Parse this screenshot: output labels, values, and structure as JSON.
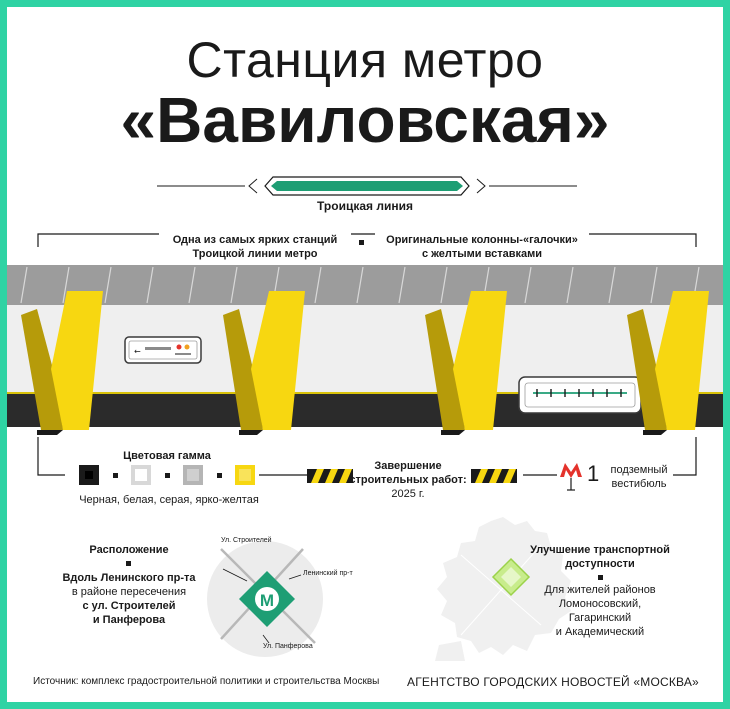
{
  "title": {
    "line1": "Станция метро",
    "line2": "«Вавиловская»"
  },
  "line_name": "Троицкая линия",
  "captions": {
    "left_line1": "Одна из самых ярких станций",
    "left_line2": "Троицкой линии метро",
    "right_line1": "Оригинальные колонны-«галочки»",
    "right_line2": "с желтыми вставками"
  },
  "palette": {
    "title": "Цветовая гамма",
    "caption": "Черная, белая, серая, ярко-желтая",
    "colors": [
      "#1a1a1a",
      "#ffffff",
      "#b5b5b5",
      "#f7d711"
    ]
  },
  "completion": {
    "line1": "Завершение",
    "line2": "строительных работ:",
    "line3": "2025 г."
  },
  "vestibule": {
    "count": "1",
    "line1": "подземный",
    "line2": "вестибюль",
    "metro_logo": "М"
  },
  "location": {
    "title": "Расположение",
    "line1": "Вдоль Ленинского пр-та",
    "line2": "в районе пересечения",
    "line3": "с ул. Строителей",
    "line4": "и Панферова"
  },
  "map_labels": {
    "street1": "Ул. Строителей",
    "street2": "Ленинский пр-т",
    "street3": "Ул. Панферова",
    "logo": "М"
  },
  "transport": {
    "title_line1": "Улучшение транспортной",
    "title_line2": "доступности",
    "line1": "Для жителей районов",
    "line2": "Ломоносовский,",
    "line3": "Гагаринский",
    "line4": "и Академический"
  },
  "footer": {
    "source": "Источник: комплекс градостроительной политики и строительства Москвы",
    "agency": "АГЕНТСТВО ГОРОДСКИХ НОВОСТЕЙ «МОСКВА»"
  },
  "colors": {
    "frame": "#2fd3a4",
    "line_green": "#1e9e74",
    "yellow": "#f7d711",
    "dark_yellow": "#b69b0a",
    "floor": "#2b2b2b",
    "ceiling": "#9c9c9c",
    "metro_red": "#e4322b"
  },
  "icons": [
    "metro-logo-icon",
    "sign-board-icon",
    "hazard-stripe-icon"
  ]
}
